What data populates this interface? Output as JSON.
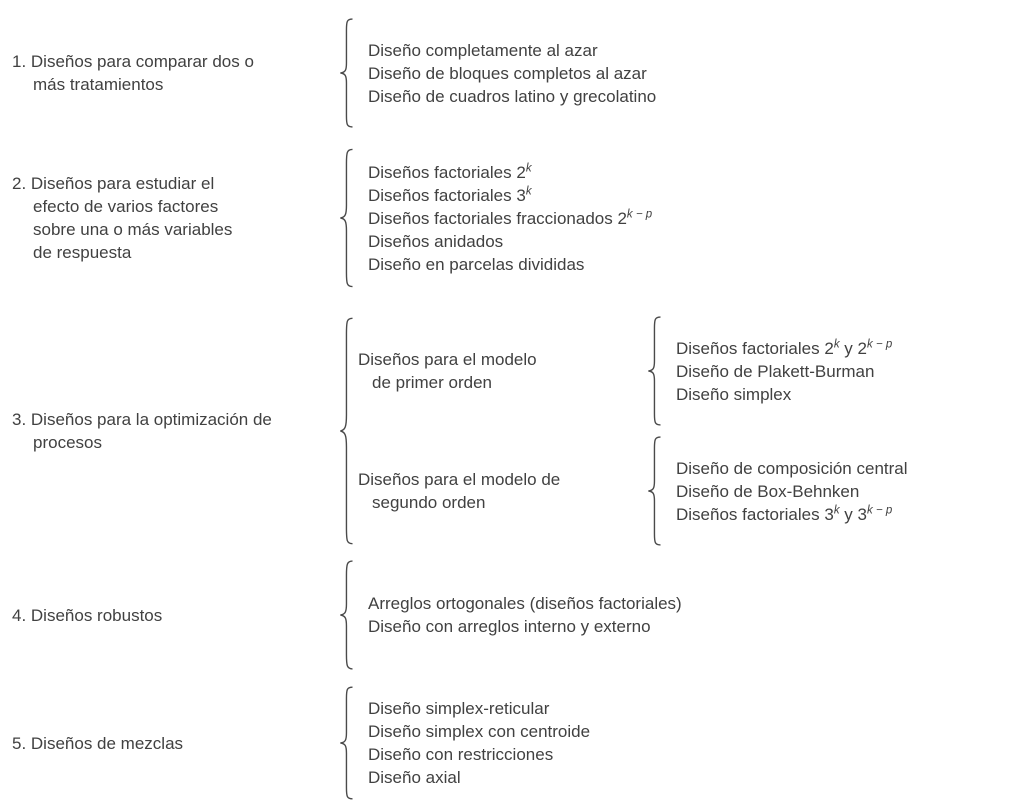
{
  "colors": {
    "text": "#414141",
    "brace": "#4a4a4a",
    "background": "#ffffff"
  },
  "sections": [
    {
      "label_lines": [
        "1. Diseños para comparar dos o",
        "más tratamientos"
      ],
      "items": [
        [
          {
            "t": "Diseño completamente al azar"
          }
        ],
        [
          {
            "t": "Diseño de bloques completos al azar"
          }
        ],
        [
          {
            "t": "Diseño de cuadros latino y grecolatino"
          }
        ]
      ]
    },
    {
      "label_lines": [
        "2. Diseños para estudiar el",
        "efecto de varios factores",
        "sobre una o más variables",
        "de respuesta"
      ],
      "items": [
        [
          {
            "t": "Diseños factoriales 2"
          },
          {
            "t": "k",
            "sup": true
          }
        ],
        [
          {
            "t": "Diseños factoriales 3"
          },
          {
            "t": "k",
            "sup": true
          }
        ],
        [
          {
            "t": "Diseños factoriales fraccionados 2"
          },
          {
            "t": "k − p",
            "sup": true
          }
        ],
        [
          {
            "t": "Diseños anidados"
          }
        ],
        [
          {
            "t": "Diseño en parcelas divididas"
          }
        ]
      ]
    },
    {
      "label_lines": [
        "3. Diseños para la optimización de",
        "procesos"
      ],
      "subgroups": [
        {
          "label_lines": [
            "Diseños para el modelo",
            "de primer orden"
          ],
          "items": [
            [
              {
                "t": "Diseños factoriales 2"
              },
              {
                "t": "k",
                "sup": true
              },
              {
                "t": " y 2"
              },
              {
                "t": "k − p",
                "sup": true
              }
            ],
            [
              {
                "t": "Diseño de Plakett-Burman"
              }
            ],
            [
              {
                "t": "Diseño simplex"
              }
            ]
          ]
        },
        {
          "label_lines": [
            "Diseños para el modelo de",
            "segundo orden"
          ],
          "items": [
            [
              {
                "t": "Diseño de composición central"
              }
            ],
            [
              {
                "t": "Diseño de Box-Behnken"
              }
            ],
            [
              {
                "t": "Diseños factoriales 3"
              },
              {
                "t": "k",
                "sup": true
              },
              {
                "t": " y 3"
              },
              {
                "t": "k − p",
                "sup": true
              }
            ]
          ]
        }
      ]
    },
    {
      "label_lines": [
        "4. Diseños robustos"
      ],
      "items": [
        [
          {
            "t": "Arreglos ortogonales (diseños factoriales)"
          }
        ],
        [
          {
            "t": "Diseño con arreglos interno y externo"
          }
        ]
      ]
    },
    {
      "label_lines": [
        "5. Diseños de mezclas"
      ],
      "items": [
        [
          {
            "t": "Diseño simplex-reticular"
          }
        ],
        [
          {
            "t": "Diseño simplex con centroide"
          }
        ],
        [
          {
            "t": "Diseño con restricciones"
          }
        ],
        [
          {
            "t": "Diseño axial"
          }
        ]
      ]
    }
  ]
}
